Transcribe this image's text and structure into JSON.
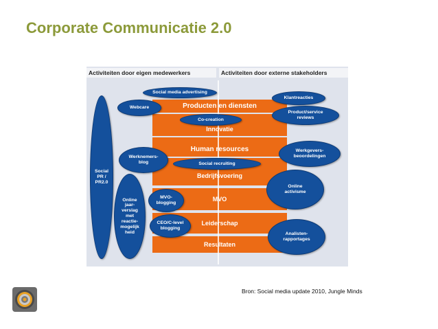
{
  "title": "Corporate Communicatie 2.0",
  "diagram": {
    "left_header": "Activiteiten door eigen medewerkers",
    "right_header": "Activiteiten door externe stakeholders",
    "bands": [
      "Producten en diensten",
      "Innovatie",
      "Human resources",
      "Bedrijfsvoering",
      "MVO",
      "Leiderschap",
      "Resultaten"
    ],
    "ellipses": {
      "social_media_advertising": "Social media advertising",
      "webcare": "Webcare",
      "co_creation": "Co-creation",
      "social_pr": "Social PR / PR2.0",
      "werknemers_blog": "Werknemers-blog",
      "social_recruiting": "Social recruiting",
      "online_jaarverslag": "Online jaar-verslag met reactie-mogelijk heid",
      "mvo_blogging": "MVO-blogging",
      "ceo_blogging": "CEO/C-level blogging",
      "klantreacties": "Klantreacties",
      "product_reviews": "Product/service reviews",
      "werkgevers_beoordelingen": "Werkgevers-beoordelingen",
      "online_activisme": "Online activisme",
      "analisten_rapportages": "Analisten-rapportages"
    }
  },
  "source": "Bron: Social media update 2010, Jungle Minds",
  "colors": {
    "title": "#8c9a3a",
    "band": "#ec6b15",
    "ellipse": "#14509c",
    "diagram_bg": "#dfe3ec"
  }
}
